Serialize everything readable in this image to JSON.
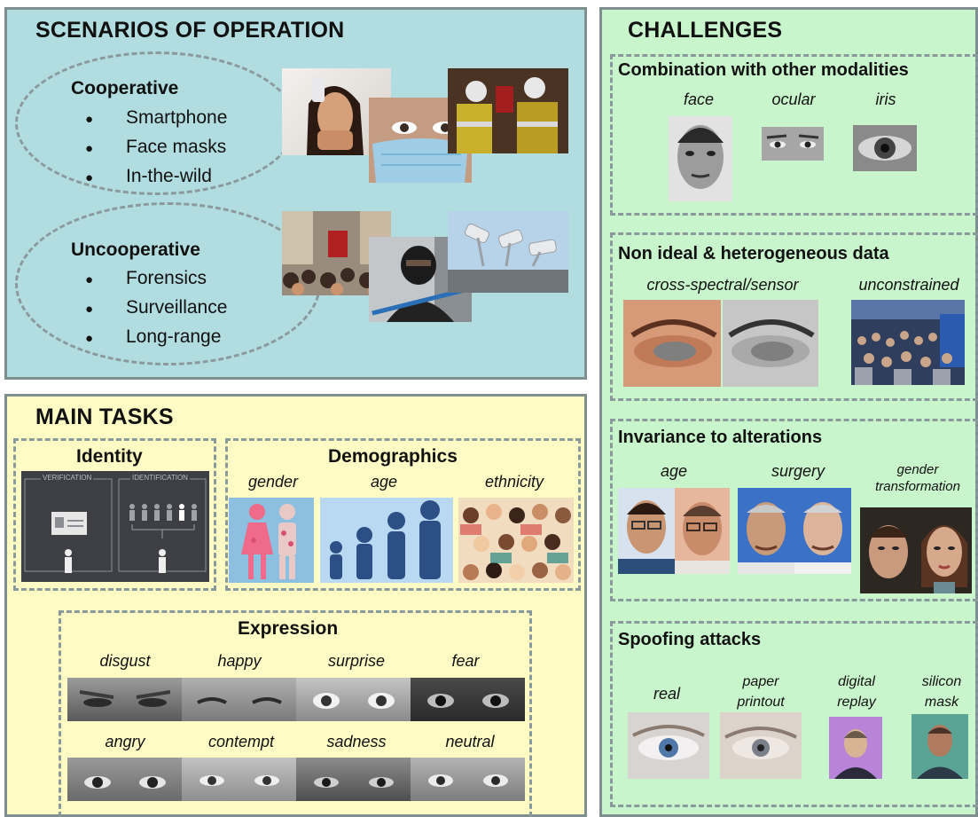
{
  "scenarios": {
    "title": "SCENARIOS OF OPERATION",
    "cooperative": {
      "title": "Cooperative",
      "items": [
        "Smartphone",
        "Face masks",
        "In-the-wild"
      ]
    },
    "uncooperative": {
      "title": "Uncooperative",
      "items": [
        "Forensics",
        "Surveillance",
        "Long-range"
      ]
    }
  },
  "tasks": {
    "title": "MAIN TASKS",
    "identity": {
      "title": "Identity",
      "verification": "VERIFICATION",
      "identification": "IDENTIFICATION"
    },
    "demographics": {
      "title": "Demographics",
      "labels": [
        "gender",
        "age",
        "ethnicity"
      ]
    },
    "expression": {
      "title": "Expression",
      "row1": [
        "disgust",
        "happy",
        "surprise",
        "fear"
      ],
      "row2": [
        "angry",
        "contempt",
        "sadness",
        "neutral"
      ]
    }
  },
  "challenges": {
    "title": "CHALLENGES",
    "combination": {
      "title": "Combination with other modalities",
      "labels": [
        "face",
        "ocular",
        "iris"
      ]
    },
    "nonideal": {
      "title": "Non ideal & heterogeneous data",
      "labels": [
        "cross-spectral/sensor",
        "unconstrained"
      ]
    },
    "invariance": {
      "title": "Invariance to alterations",
      "labels": [
        "age",
        "surgery",
        "gender",
        "transformation"
      ]
    },
    "spoofing": {
      "title": "Spoofing attacks",
      "labels": [
        "real",
        "paper",
        "printout",
        "digital",
        "replay",
        "silicon",
        "mask"
      ]
    }
  },
  "bullet_symbol": "●",
  "colors": {
    "scenarios_bg": "#b2dde0",
    "tasks_bg": "#fefcc4",
    "challenges_bg": "#c9f5cc",
    "panel_border": "#7f8f8f",
    "dash": "#8a9a9c"
  }
}
